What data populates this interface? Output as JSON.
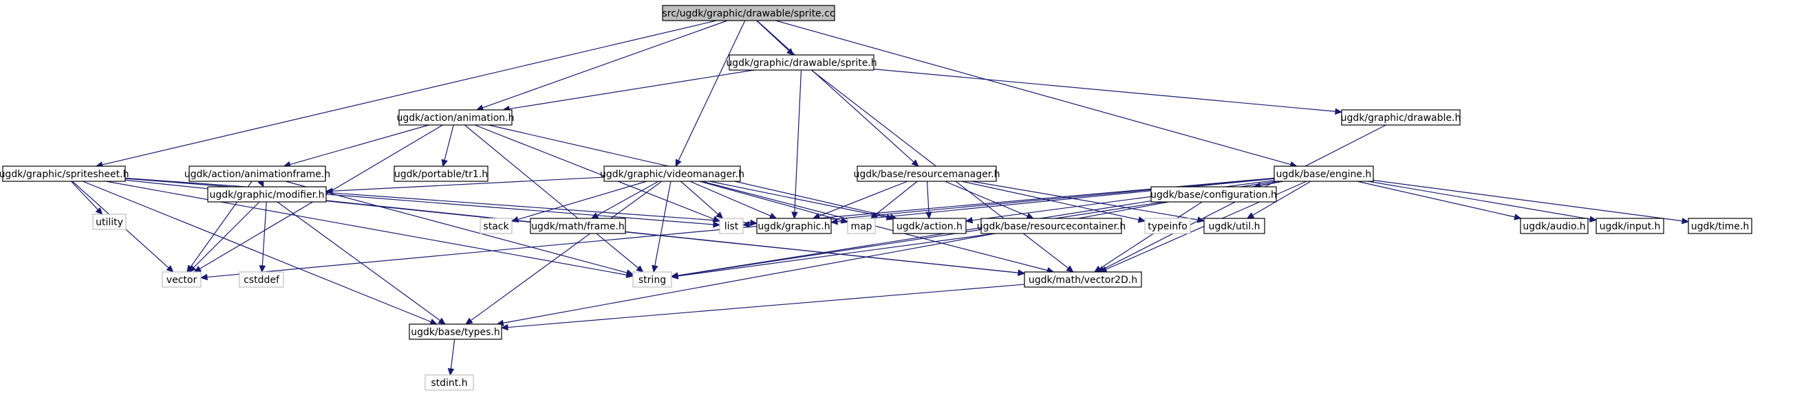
{
  "colors": {
    "edge": "#191970",
    "root_fill": "#bfbfbf",
    "border_documented": "#000000",
    "border_external": "#bfbfbf",
    "background": "#ffffff"
  },
  "nodes": {
    "sprite_cc": {
      "label": "src/ugdk/graphic/drawable/sprite.cc",
      "kind": "root"
    },
    "sprite_h": {
      "label": "ugdk/graphic/drawable/sprite.h",
      "kind": "doc"
    },
    "animation_h": {
      "label": "ugdk/action/animation.h",
      "kind": "doc"
    },
    "drawable_h": {
      "label": "ugdk/graphic/drawable.h",
      "kind": "doc"
    },
    "spritesheet_h": {
      "label": "ugdk/graphic/spritesheet.h",
      "kind": "doc"
    },
    "animationframe_h": {
      "label": "ugdk/action/animationframe.h",
      "kind": "doc"
    },
    "tr1_h": {
      "label": "ugdk/portable/tr1.h",
      "kind": "doc"
    },
    "videomanager_h": {
      "label": "ugdk/graphic/videomanager.h",
      "kind": "doc"
    },
    "resourcemanager_h": {
      "label": "ugdk/base/resourcemanager.h",
      "kind": "doc"
    },
    "engine_h": {
      "label": "ugdk/base/engine.h",
      "kind": "doc"
    },
    "utility": {
      "label": "utility",
      "kind": "ext"
    },
    "modifier_h": {
      "label": "ugdk/graphic/modifier.h",
      "kind": "doc"
    },
    "stack": {
      "label": "stack",
      "kind": "ext"
    },
    "frame_h": {
      "label": "ugdk/math/frame.h",
      "kind": "doc"
    },
    "list": {
      "label": "list",
      "kind": "ext"
    },
    "graphic_h": {
      "label": "ugdk/graphic.h",
      "kind": "doc"
    },
    "map": {
      "label": "map",
      "kind": "ext"
    },
    "action_h": {
      "label": "ugdk/action.h",
      "kind": "doc"
    },
    "resourcecontainer_h": {
      "label": "ugdk/base/resourcecontainer.h",
      "kind": "doc"
    },
    "typeinfo": {
      "label": "typeinfo",
      "kind": "ext"
    },
    "util_h": {
      "label": "ugdk/util.h",
      "kind": "doc"
    },
    "configuration_h": {
      "label": "ugdk/base/configuration.h",
      "kind": "doc"
    },
    "audio_h": {
      "label": "ugdk/audio.h",
      "kind": "doc"
    },
    "input_h": {
      "label": "ugdk/input.h",
      "kind": "doc"
    },
    "time_h": {
      "label": "ugdk/time.h",
      "kind": "doc"
    },
    "vector": {
      "label": "vector",
      "kind": "ext"
    },
    "cstddef": {
      "label": "cstddef",
      "kind": "ext"
    },
    "string": {
      "label": "string",
      "kind": "ext"
    },
    "vector2d_h": {
      "label": "ugdk/math/vector2D.h",
      "kind": "doc"
    },
    "types_h": {
      "label": "ugdk/base/types.h",
      "kind": "doc"
    },
    "stdint_h": {
      "label": "stdint.h",
      "kind": "ext"
    }
  },
  "edges": [
    [
      "sprite_cc",
      "sprite_h"
    ],
    [
      "sprite_cc",
      "animation_h"
    ],
    [
      "sprite_cc",
      "spritesheet_h"
    ],
    [
      "sprite_cc",
      "videomanager_h"
    ],
    [
      "sprite_cc",
      "resourcemanager_h"
    ],
    [
      "sprite_cc",
      "engine_h"
    ],
    [
      "sprite_h",
      "animation_h"
    ],
    [
      "sprite_h",
      "drawable_h"
    ],
    [
      "sprite_h",
      "graphic_h"
    ],
    [
      "sprite_h",
      "vector2d_h"
    ],
    [
      "animation_h",
      "animationframe_h"
    ],
    [
      "animation_h",
      "tr1_h"
    ],
    [
      "animation_h",
      "vector"
    ],
    [
      "animation_h",
      "list"
    ],
    [
      "animation_h",
      "string"
    ],
    [
      "animation_h",
      "action_h"
    ],
    [
      "drawable_h",
      "vector2d_h"
    ],
    [
      "spritesheet_h",
      "utility"
    ],
    [
      "spritesheet_h",
      "vector"
    ],
    [
      "spritesheet_h",
      "list"
    ],
    [
      "spritesheet_h",
      "string"
    ],
    [
      "spritesheet_h",
      "types_h"
    ],
    [
      "spritesheet_h",
      "vector2d_h"
    ],
    [
      "spritesheet_h",
      "graphic_h"
    ],
    [
      "animationframe_h",
      "modifier_h"
    ],
    [
      "animationframe_h",
      "vector"
    ],
    [
      "animationframe_h",
      "string"
    ],
    [
      "videomanager_h",
      "modifier_h"
    ],
    [
      "videomanager_h",
      "stack"
    ],
    [
      "videomanager_h",
      "frame_h"
    ],
    [
      "videomanager_h",
      "list"
    ],
    [
      "videomanager_h",
      "graphic_h"
    ],
    [
      "videomanager_h",
      "map"
    ],
    [
      "videomanager_h",
      "action_h"
    ],
    [
      "videomanager_h",
      "string"
    ],
    [
      "videomanager_h",
      "types_h"
    ],
    [
      "videomanager_h",
      "vector2d_h"
    ],
    [
      "resourcemanager_h",
      "graphic_h"
    ],
    [
      "resourcemanager_h",
      "map"
    ],
    [
      "resourcemanager_h",
      "action_h"
    ],
    [
      "resourcemanager_h",
      "resourcecontainer_h"
    ],
    [
      "resourcemanager_h",
      "typeinfo"
    ],
    [
      "resourcemanager_h",
      "util_h"
    ],
    [
      "engine_h",
      "list"
    ],
    [
      "engine_h",
      "graphic_h"
    ],
    [
      "engine_h",
      "action_h"
    ],
    [
      "engine_h",
      "util_h"
    ],
    [
      "engine_h",
      "configuration_h"
    ],
    [
      "engine_h",
      "audio_h"
    ],
    [
      "engine_h",
      "input_h"
    ],
    [
      "engine_h",
      "time_h"
    ],
    [
      "engine_h",
      "string"
    ],
    [
      "engine_h",
      "vector"
    ],
    [
      "engine_h",
      "vector2d_h"
    ],
    [
      "engine_h",
      "types_h"
    ],
    [
      "modifier_h",
      "vector"
    ],
    [
      "modifier_h",
      "cstddef"
    ],
    [
      "modifier_h",
      "types_h"
    ],
    [
      "modifier_h",
      "vector2d_h"
    ],
    [
      "resourcecontainer_h",
      "string"
    ],
    [
      "configuration_h",
      "string"
    ],
    [
      "configuration_h",
      "vector2d_h"
    ],
    [
      "vector2d_h",
      "types_h"
    ],
    [
      "types_h",
      "stdint_h"
    ]
  ]
}
